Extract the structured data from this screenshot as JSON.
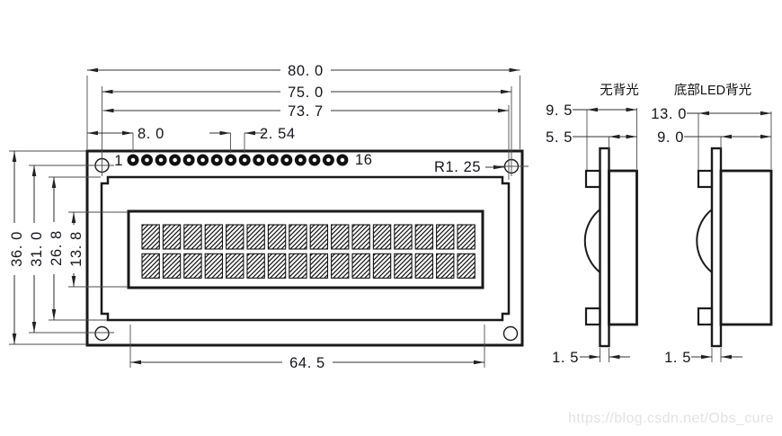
{
  "front": {
    "pin_first_label": "1",
    "pin_last_label": "16",
    "pin_count": 16,
    "display_rows": 2,
    "display_columns": 16,
    "dims": {
      "total_width": "80. 0",
      "mount_hole_span_h": "75. 0",
      "bezel_width": "73. 7",
      "pin1_offset": "8. 0",
      "pin_pitch": "2. 54",
      "mount_hole_radius": "R1. 25",
      "total_height": "36. 0",
      "mount_hole_span_v": "31. 0",
      "bezel_height": "26. 8",
      "window_height": "13. 8",
      "window_width": "64. 5"
    }
  },
  "side_no_backlight": {
    "label": "无背光",
    "dims": {
      "overall_depth": "9. 5",
      "body_depth": "5. 5",
      "pcb_thickness": "1. 5"
    }
  },
  "side_led_backlight": {
    "label": "底部LED背光",
    "dims": {
      "overall_depth": "13. 0",
      "body_depth": "9. 0",
      "pcb_thickness": "1. 5"
    }
  },
  "watermark": "https://blog.csdn.net/Obs_cure",
  "colors": {
    "outline": "#1a1a1a",
    "dim_line": "#333333",
    "text": "#15151d",
    "watermark": "#e3e3e3"
  }
}
